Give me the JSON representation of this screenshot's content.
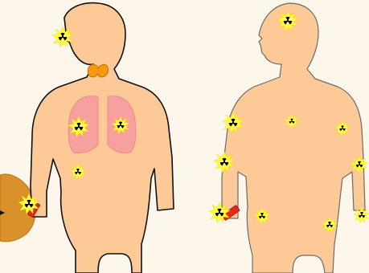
{
  "colors": {
    "background": "#fdf6ea",
    "skin": "#fdc997",
    "outline": "#111111",
    "right_outline": "#6b6b6b",
    "lung": "#f7a0a0",
    "thyroid": "#f59a10",
    "burst": "#ffff33",
    "trefoil": "#000000",
    "tag": "#e5281a",
    "pet": "#d9912c"
  },
  "icons": {
    "radiation": "radiation-burst-icon",
    "dosimeter": "wrist-dosimeter-icon",
    "thyroid": "thyroid-gland-icon",
    "lungs": "lungs-icon"
  },
  "figures": {
    "left": {
      "name": "internal-exposure-body",
      "organs": [
        "lungs",
        "thyroid"
      ],
      "radiation_markers": [
        "head",
        "left-lung",
        "right-lung",
        "abdomen",
        "wrist"
      ]
    },
    "right": {
      "name": "external-exposure-body",
      "radiation_markers": [
        "head",
        "chest",
        "left-shoulder",
        "right-shoulder",
        "left-arm",
        "right-arm",
        "left-hand",
        "right-hand",
        "left-hip",
        "right-hip"
      ]
    }
  }
}
